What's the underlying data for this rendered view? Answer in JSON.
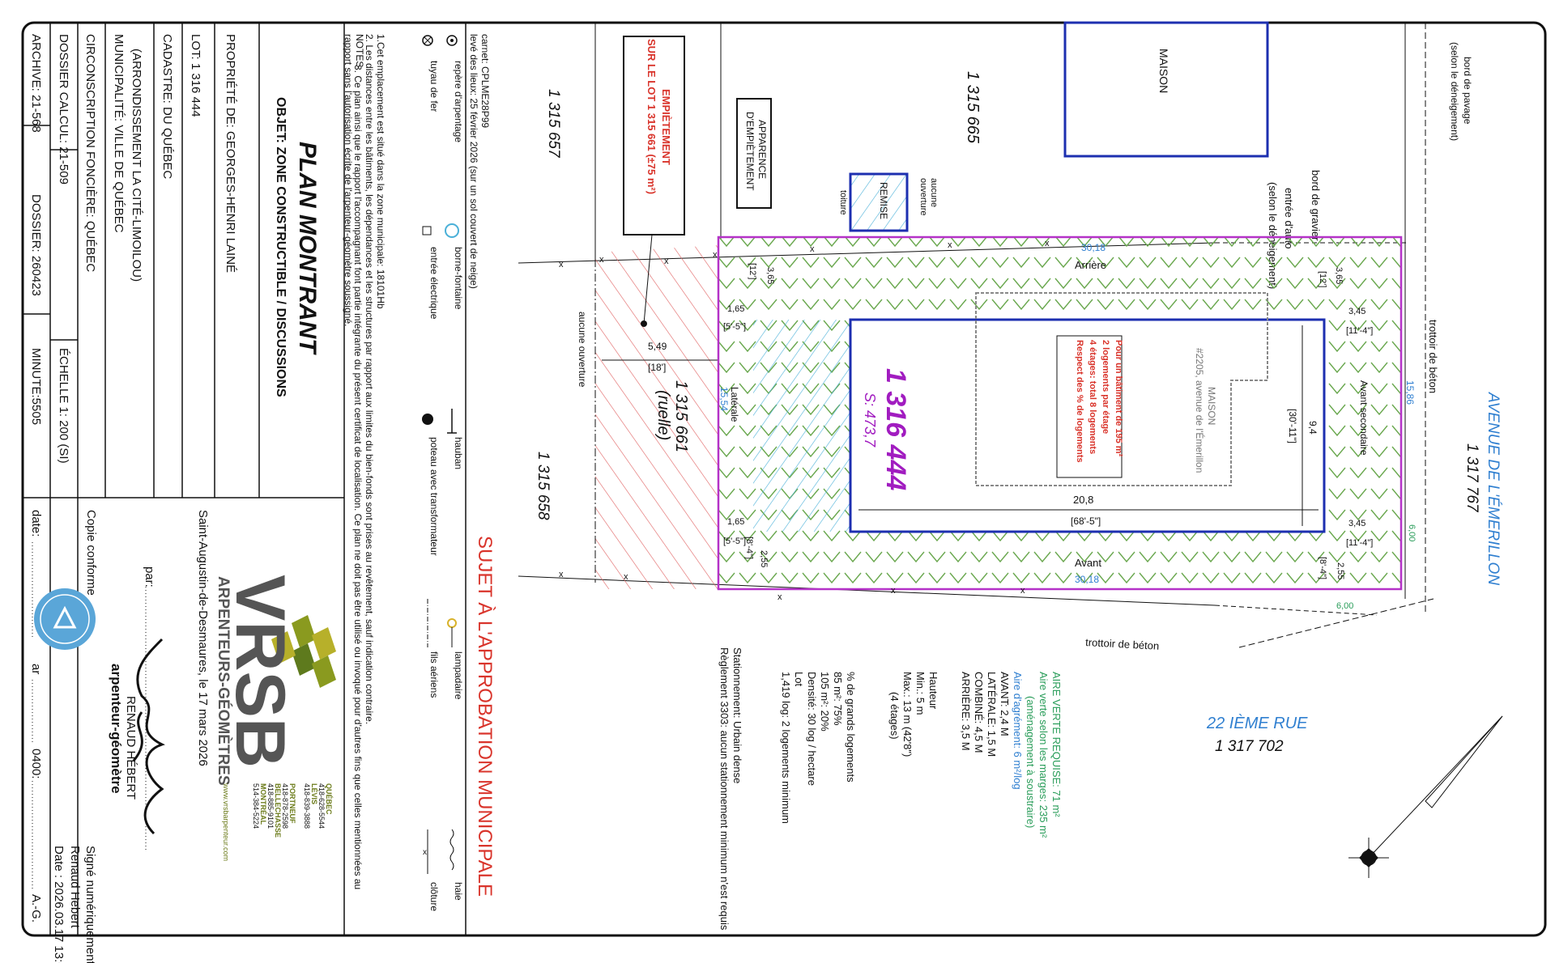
{
  "title_block": {
    "plan_title": "PLAN MONTRANT",
    "objet": "OBJET: ZONE CONSTRUCTIBLE / DISCUSSIONS",
    "proprietaire": "PROPRIÉTÉ DE: GEORGES-HENRI LAINÉ",
    "lot": "LOT: 1 316 444",
    "cadastre": "CADASTRE: DU QUÉBEC",
    "municipalite": "MUNICIPALITÉ: VILLE DE QUÉBEC",
    "arrondissement": "(ARRONDISSEMENT LA CITÉ-LIMOILOU)",
    "circonscription": "CIRCONSCRIPTION FONCIÈRE: QUÉBEC",
    "dossier_calcul": "DOSSIER CALCUL: 21-509",
    "echelle": "ÉCHELLE 1: 200   (SI)",
    "archive": "ARCHIVE: 21-568",
    "dossier": "DOSSIER: 260423",
    "minute": "MINUTE:5505"
  },
  "notes": {
    "carnet": "carnet: CPLME28P99",
    "leve": "levé des lieux: 25 février 2026 (sur un sol couvert de neige)",
    "heading": "NOTES",
    "note1": "1.Cet emplacement est situé dans la zone municipale: 18101Hb",
    "note2": "2. Les distances entre les bâtiments, les dépendances et les structures par rapport aux limites du bien-fonds sont prises au revêtement, sauf indication contraire.",
    "note3": "3. Ce plan ainsi que le rapport l'accompagnant font partie intégrante du présent certificat de localisation. Ce plan ne doit pas être utilisé ou invoqué pour d'autres fins que celles mentionnées au",
    "note3b": "rapport sans l'autorisation écrite de l'arpenteur-géomètre soussigné."
  },
  "legend": {
    "repere": "repère d'arpentage",
    "tuyau": "tuyau de fer",
    "borne": "borne-fontaine",
    "entree": "entrée électrique",
    "hauban": "hauban",
    "poteau": "poteau avec transformateur",
    "lampadaire": "lampadaire",
    "fils": "fils aériens",
    "haie": "haie",
    "cloture": "clôture"
  },
  "approval": "SUJET À L'APPROBATION MUNICIPALE",
  "zoning": {
    "aire_verte": "AIRE VERTE REQUISE: 71 m²",
    "aire_verte_marges": "Aire verte selon les marges: 235 m²",
    "amenagement": "(aménagement à soustraire)",
    "aire_agrement": "Aire d'agrément: 6 m²/log",
    "avant": "AVANT: 2,4 M",
    "laterale": "LATÉRALE: 1,5 M",
    "combine": "COMBINÉ: 4,5 M",
    "arriere": "ARRIÈRE: 3,5 M",
    "hauteur": "Hauteur",
    "min": "Min.: 5 m",
    "max": "Max.: 13 m (42'8\")",
    "etages": "(4 étages)",
    "grands": "% de grands logements",
    "pct85": "85 m²: 75%",
    "pct105": "105 m²: 20%",
    "densite": "Densité: 30 log / hectare",
    "lot": "Lot",
    "logmin": "1,419 log: 2 logements minimum",
    "stationnement": "Stationnement: Urbain dense",
    "reglement": "Règlement 3303: aucun stationnement minimum n'est requis"
  },
  "firm": {
    "name": "VRSB",
    "subtitle": "ARPENTEURS-GÉOMÈTRES",
    "website": "www.vrsbarpenteur.com",
    "offices": [
      {
        "city": "QUÉBEC",
        "phone": "418-628-5544"
      },
      {
        "city": "LÉVIS",
        "phone": "418-839-3888"
      },
      {
        "city": "PORTNEUF",
        "phone": "418-878-2598"
      },
      {
        "city": "BELLECHASSE",
        "phone": "418-885-9101"
      },
      {
        "city": "MONTRÉAL",
        "phone": "514-384-5224"
      }
    ],
    "place_date": "Saint-Augustin-de-Desmaures, le 17 mars 2026",
    "par": "par: ",
    "signer": "RENAUD HÉBERT",
    "signer_title": "arpenteur-géomètre",
    "copie": "Copie conforme",
    "date_label": "date:",
    "ar_label": "ar",
    "ar_value": "0400:",
    "ag": "A.-G.",
    "signed_by": "Signé numériquement par :",
    "signed_name": "Renaud Hebert",
    "signed_date": "Date : 2026.03.17 13:07:14 -"
  },
  "plan": {
    "maison_top": "MAISON",
    "lot_1315665": "1 315 665",
    "lot_1315657": "1 315 657",
    "lot_1315658": "1 315 658",
    "lot_1315661": "1 315 661",
    "ruelle": "(ruelle)",
    "empietement1": "EMPIÈTEMENT",
    "empietement2": "SUR LE LOT 1 315 661 (±75 m²)",
    "apparence1": "APPARENCE",
    "apparence2": "D'EMPIÈTEMENT",
    "remise": "REMISE",
    "toiture": "toiture",
    "aucune_ouv_1": "aucune",
    "aucune_ouv_2": "ouverture",
    "aucune_ouverture": "aucune ouverture",
    "bord_gravier": "bord de gravier",
    "entree_auto": "entrée d'auto",
    "selon_deneig": "(selon le déneigement)",
    "bord_pavage": "bord de pavage",
    "selon_deneig2": "(selon le déneigement)",
    "trottoir_droite": "trottoir de béton",
    "trottoir_bas": "trottoir de béton",
    "avenue": "AVENUE DE L'ÉMERILLON",
    "avenue_lot": "1 317 767",
    "rue": "22 IÈME RUE",
    "rue_lot": "1 317 702",
    "lot_number": "1 316 444",
    "superficie": "S: 473,7",
    "maison": "MAISON",
    "adresse": "#2205, avenue de l'Émerillon",
    "note_red_1": "Pour un bâtiment de 195 m²",
    "note_red_2": "2 logements par étage",
    "note_red_3": "4 étages: total 8 logements",
    "note_red_4": "Respect des % de logements",
    "arriere": "Arrière",
    "arriere_dim": "30,18",
    "avant": "Avant",
    "avant_dim": "30,18",
    "laterale": "Latérale",
    "laterale_dim": "15,54",
    "avant_sec": "Avant secondaire",
    "avant_sec_dim": "15,86",
    "d_365_a": "3,65",
    "d_12_a": "[12']",
    "d_365_b": "3,65",
    "d_12_b": "[12']",
    "d_165_a": "1,65",
    "d_55_a": "[5'-5\"]",
    "d_165_b": "1,65",
    "d_55_b": "[5'-5\"]",
    "d_255_a": "2,55",
    "d_84_a": "[8'-4\"]",
    "d_255_b": "2,55",
    "d_84_b": "[8'-4\"]",
    "d_345_a": "3,45",
    "d_114_a": "[11'-4\"]",
    "d_345_b": "3,45",
    "d_114_b": "[11'-4\"]",
    "d_549": "5,49",
    "d_18": "[18']",
    "d_94": "9,4",
    "d_3011": "[30'-11\"]",
    "d_208": "20,8",
    "d_685": "[68'-5\"]",
    "d_600_a": "6,00",
    "d_600_b": "6,00"
  }
}
